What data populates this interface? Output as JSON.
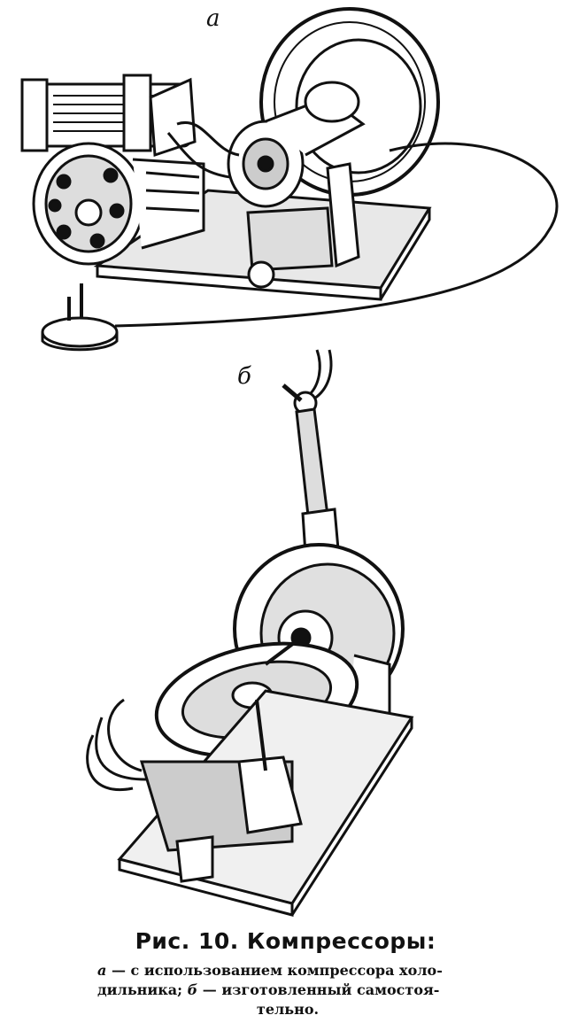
{
  "figure": {
    "label_a": "а",
    "label_b": "б",
    "caption_title": "Рис. 10. Компрессоры:",
    "caption_line1_letter": "а",
    "caption_line1_text": " — с использованием компрессора холо-",
    "caption_line2_text": "дильника; ",
    "caption_line2_letter": "б",
    "caption_line2_rest": " — изготовленный самостоя-",
    "caption_line3": "тельно."
  }
}
